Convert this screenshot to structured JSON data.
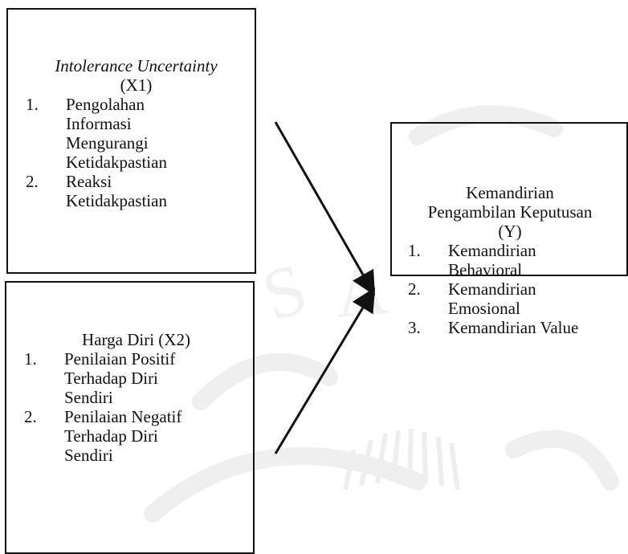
{
  "boxes": {
    "x1": {
      "title_line1": "Intolerance Uncertainty",
      "title_line2": "(X1)",
      "items": [
        {
          "num": "1.",
          "lines": [
            "Pengolahan",
            "Informasi",
            "Mengurangi",
            "Ketidakpastian"
          ]
        },
        {
          "num": "2.",
          "lines": [
            "Reaksi",
            "Ketidakpastian"
          ]
        }
      ]
    },
    "x2": {
      "title_line1": "Harga Diri (X2)",
      "items": [
        {
          "num": "1.",
          "lines": [
            "Penilaian Positif",
            "Terhadap Diri",
            "Sendiri"
          ]
        },
        {
          "num": "2.",
          "lines": [
            "Penilaian Negatif",
            "Terhadap Diri",
            "Sendiri"
          ]
        }
      ]
    },
    "y": {
      "title_line1": "Kemandirian",
      "title_line2": "Pengambilan Keputusan",
      "title_line3": "(Y)",
      "items": [
        {
          "num": "1.",
          "lines": [
            "Kemandirian",
            "Behavioral"
          ]
        },
        {
          "num": "2.",
          "lines": [
            "Kemandirian",
            "Emosional"
          ]
        },
        {
          "num": "3.",
          "lines": [
            "Kemandirian Value"
          ]
        }
      ]
    }
  },
  "colors": {
    "line": "#111111",
    "watermark": "#efefef"
  }
}
